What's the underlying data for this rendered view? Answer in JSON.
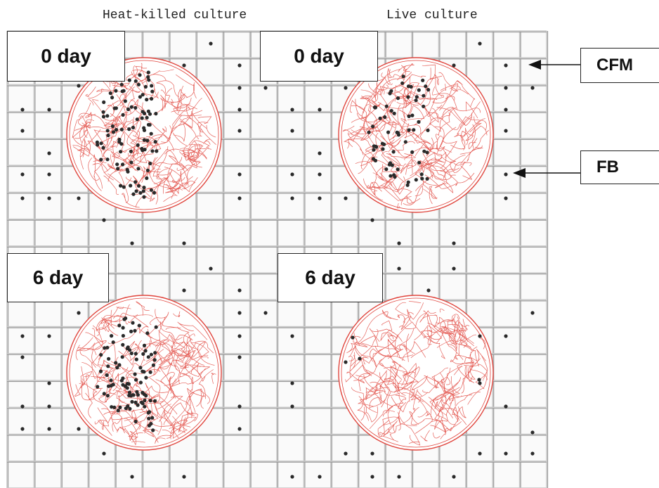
{
  "titles": {
    "heat_killed": "Heat-killed culture",
    "live": "Live culture"
  },
  "panels": [
    {
      "label": "0 day"
    },
    {
      "label": "0 day"
    },
    {
      "label": "6 day"
    },
    {
      "label": "6 day"
    }
  ],
  "callouts": {
    "cfm": "CFM",
    "fb": "FB"
  },
  "colors": {
    "grid": "#c8c8c8",
    "grid_shadow": "#9a9a9a",
    "fiber": "#e0443c",
    "dot": "#2a2a2a"
  }
}
